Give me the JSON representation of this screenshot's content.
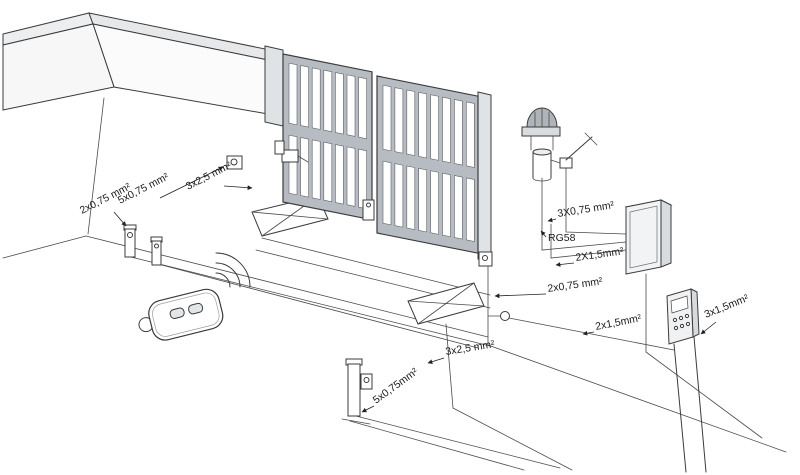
{
  "labels": {
    "photocells_left": "2x0,75 mm²",
    "multiwire_left": "5x0,75 mm²",
    "power_left": "3x2,5 mm²",
    "flasher": "3X0,75 mm²",
    "antenna_coax": "RG58",
    "line_2x15_upper": "2X1,5mm²",
    "photocell_right": "2x0,75 mm²",
    "line_2x15_lower": "2x1,5mm²",
    "keypad_line": "3x1,5mm²",
    "power_bottom": "3x2,5 mm²",
    "multiwire_bottom": "5x0,75mm²"
  }
}
